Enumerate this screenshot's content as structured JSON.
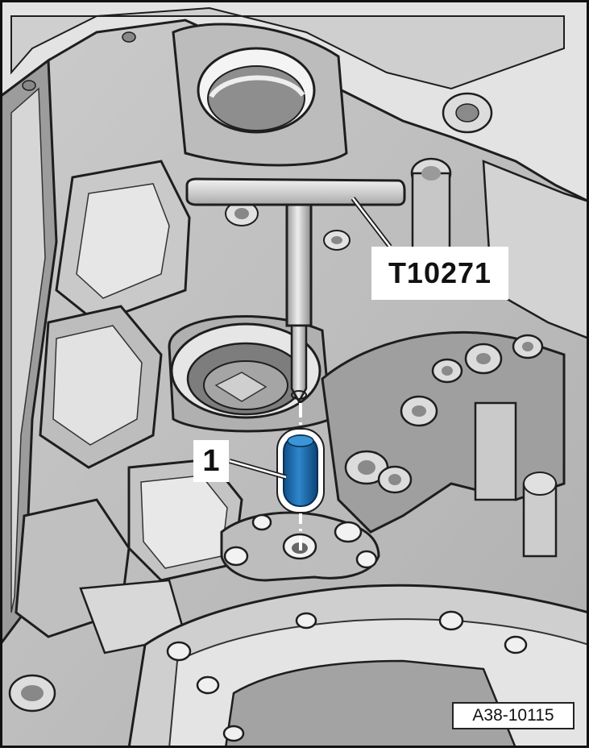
{
  "diagram": {
    "tool_label": "T10271",
    "item_label": "1",
    "figure_id": "A38-10115",
    "colors": {
      "casting_light": "#e6e6e6",
      "casting_mid": "#c2c2c2",
      "casting_dark": "#7a7a7a",
      "outline": "#1e1e1e",
      "component_blue": "#1f6fb0"
    }
  }
}
